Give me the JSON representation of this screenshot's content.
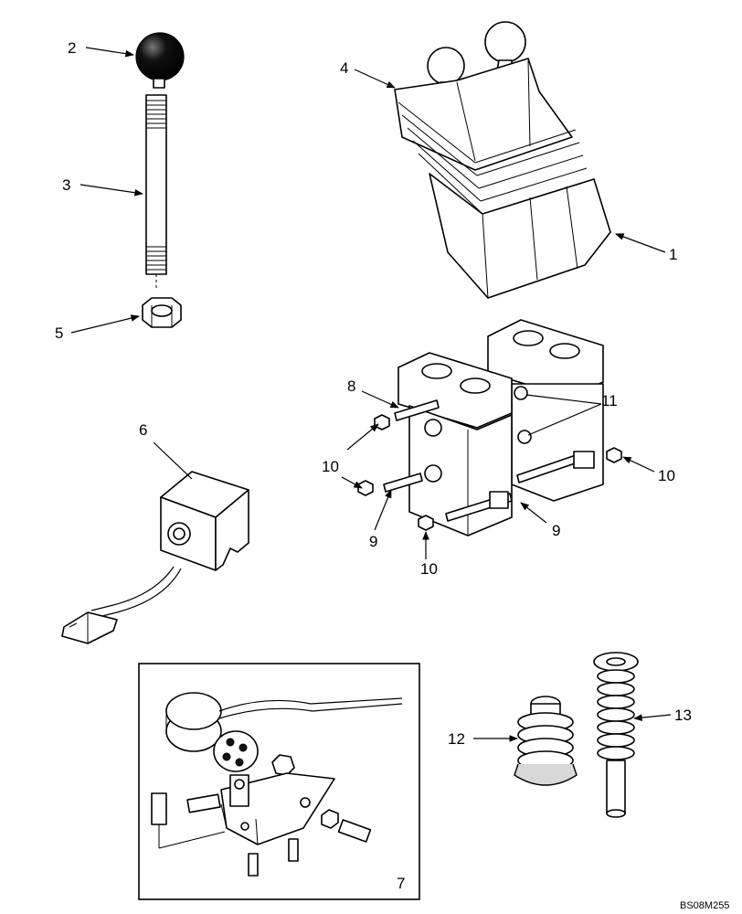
{
  "callouts": {
    "c1": "1",
    "c2": "2",
    "c3": "3",
    "c4": "4",
    "c5": "5",
    "c6": "6",
    "c7": "7",
    "c8": "8",
    "c9a": "9",
    "c9b": "9",
    "c10a": "10",
    "c10b": "10",
    "c10c": "10",
    "c11": "11",
    "c12": "12",
    "c13": "13"
  },
  "drawing_code": "BS08M255"
}
